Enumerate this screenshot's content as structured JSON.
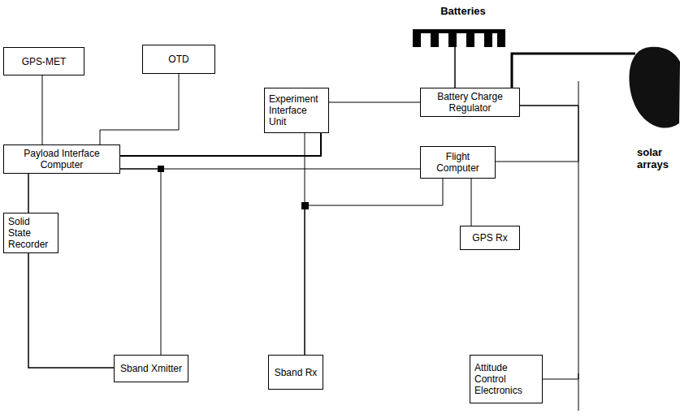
{
  "diagram": {
    "nodes": [
      {
        "text": [
          "GPS-MET"
        ]
      },
      {
        "text": [
          "OTD"
        ]
      },
      {
        "text": [
          "Experiment Interface Unit"
        ]
      },
      {
        "text": [
          "Battery Charge Regulator"
        ]
      },
      {
        "text": [
          "Payload Interface Computer"
        ]
      },
      {
        "text": [
          "Flight Computer"
        ]
      },
      {
        "text": [
          "Solid State Recorder"
        ]
      },
      {
        "text": [
          "GPS Rx"
        ]
      },
      {
        "text": [
          "Sband Xmitter"
        ]
      },
      {
        "text": [
          "Sband Rx"
        ]
      },
      {
        "text": [
          "Attitude Control Electronics"
        ]
      }
    ],
    "edges": [
      {
        "from": 0,
        "to": 4,
        "arrow": "none"
      },
      {
        "from": 1,
        "to": 4,
        "arrow": "none"
      },
      {
        "from": 4,
        "to": 2,
        "arrow": "none"
      },
      {
        "from": 2,
        "to": 3,
        "arrow": "none"
      },
      {
        "from": 4,
        "to": 5,
        "arrow": "none"
      },
      {
        "from": 4,
        "to": 8,
        "arrow": "none"
      },
      {
        "from": 2,
        "to": 9,
        "arrow": "none"
      },
      {
        "from": 9,
        "to": 5,
        "arrow": "none"
      },
      {
        "from": 4,
        "to": 6,
        "arrow": "none"
      },
      {
        "from": 6,
        "to": 8,
        "arrow": "none"
      },
      {
        "from": 5,
        "to": 7,
        "arrow": "none"
      },
      {
        "from": 3,
        "to": 5,
        "arrow": "none"
      },
      {
        "from": 3,
        "to": 10,
        "arrow": "none"
      }
    ],
    "labels": [
      "Batteries",
      "solar arrays"
    ]
  }
}
